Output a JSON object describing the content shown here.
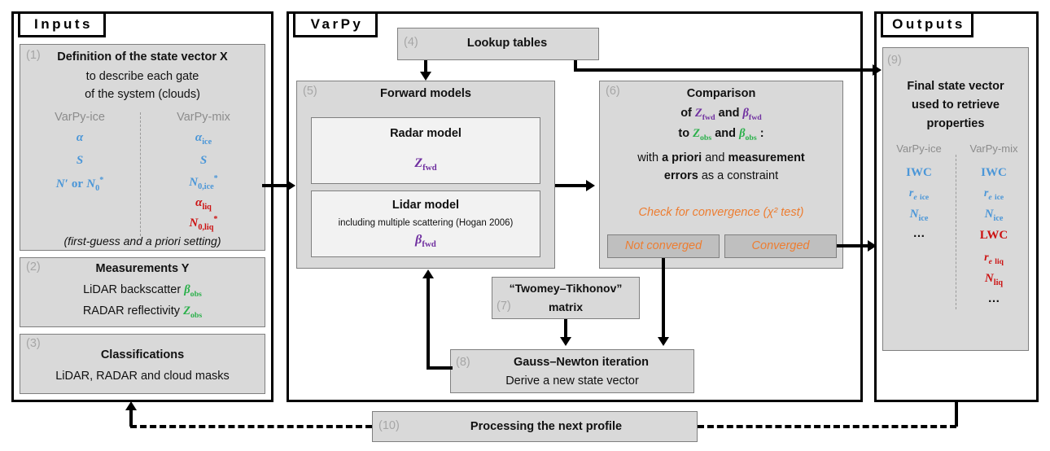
{
  "panels": {
    "inputs": {
      "title": "Inputs"
    },
    "varpy": {
      "title": "VarPy"
    },
    "outputs": {
      "title": "Outputs"
    }
  },
  "boxes": {
    "state_vector": {
      "tag": "(1)",
      "title": "Definition of the state vector X",
      "line2": "to describe each gate",
      "line3": "of the system (clouds)",
      "col_left_header": "VarPy-ice",
      "col_right_header": "VarPy-mix",
      "col_left_items": [
        "α",
        "S",
        "N′ or N₀*"
      ],
      "col_right_items": [
        "αice",
        "S",
        "N*0,ice",
        "αliq",
        "N*0,liq"
      ],
      "footer": "(first-guess and a priori setting)"
    },
    "measurements": {
      "tag": "(2)",
      "title": "Measurements Y",
      "line1_text": "LiDAR backscatter ",
      "line1_sym": "βobs",
      "line2_text": "RADAR reflectivity ",
      "line2_sym": "Zobs"
    },
    "classifications": {
      "tag": "(3)",
      "title": "Classifications",
      "line1": "LiDAR, RADAR and cloud masks"
    },
    "lookup_tables": {
      "tag": "(4)",
      "title": "Lookup tables"
    },
    "forward_models": {
      "tag": "(5)",
      "title": "Forward models",
      "radar": {
        "title": "Radar model",
        "symbol": "Zfwd"
      },
      "lidar": {
        "title": "Lidar model",
        "note": "including multiple scattering (Hogan 2006)",
        "symbol": "βfwd"
      }
    },
    "comparison": {
      "tag": "(6)",
      "title": "Comparison",
      "line_of": "of ",
      "line_to": "to ",
      "and": " and ",
      "colon": " :",
      "sym_zfwd": "Zfwd",
      "sym_bfwd": "βfwd",
      "sym_zobs": "Zobs",
      "sym_bobs": "βobs",
      "constraint_pre": "with ",
      "constraint_b1": "a priori",
      "constraint_mid": " and ",
      "constraint_b2": "measurement",
      "constraint_b3": "errors",
      "constraint_post": " as a constraint",
      "convergence": "Check for convergence (χ² test)",
      "not_converged": "Not converged",
      "converged": "Converged"
    },
    "twomey": {
      "tag": "(7)",
      "line1": "“Twomey–Tikhonov”",
      "line2": "matrix"
    },
    "gauss_newton": {
      "tag": "(8)",
      "title": "Gauss–Newton iteration",
      "subtitle": "Derive a new state vector"
    },
    "final_state": {
      "tag": "(9)",
      "title_l1": "Final state vector",
      "title_l2": "used to retrieve",
      "title_l3": "properties",
      "col_left_header": "VarPy-ice",
      "col_right_header": "VarPy-mix",
      "col_left_items": [
        "IWC",
        "re ice",
        "Nice",
        "…"
      ],
      "col_right_items": [
        "IWC",
        "re ice",
        "Nice",
        "LWC",
        "re liq",
        "Nliq",
        "…"
      ]
    },
    "next_profile": {
      "tag": "(10)",
      "title": "Processing the next profile"
    }
  },
  "colors": {
    "blue": "#4a96d8",
    "red": "#cc1111",
    "green": "#2ab04a",
    "purple": "#7030a0",
    "orange": "#ed7d31",
    "grey_text": "#8c8c8c",
    "box_fill": "#d9d9d9",
    "box_fill_light": "#f2f2f2",
    "box_fill_mid": "#bfbfbf",
    "border": "#000000"
  }
}
